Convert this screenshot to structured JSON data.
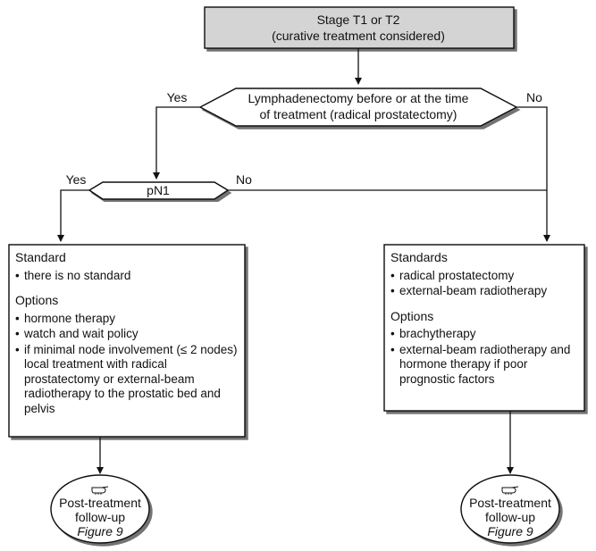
{
  "start": {
    "line1": "Stage T1 or T2",
    "line2": "(curative treatment considered)"
  },
  "decision_lymph": {
    "line1": "Lymphadenectomy before or at the time",
    "line2": "of treatment (radical prostatectomy)",
    "yes_label": "Yes",
    "no_label": "No"
  },
  "decision_pn1": {
    "label": "pN1",
    "yes_label": "Yes",
    "no_label": "No"
  },
  "left_box": {
    "standard_heading": "Standard",
    "standard_items": [
      "there is no standard"
    ],
    "options_heading": "Options",
    "options_items": [
      "hormone therapy",
      "watch and wait policy",
      "if minimal node involvement (≤ 2 nodes) local treatment with radical prostatectomy or external-beam radiotherapy to the prostatic bed and pelvis"
    ]
  },
  "right_box": {
    "standards_heading": "Standards",
    "standards_items": [
      "radical prostatectomy",
      "external-beam radiotherapy"
    ],
    "options_heading": "Options",
    "options_items": [
      "brachytherapy",
      "external-beam radiotherapy and hormone therapy if poor prognostic factors"
    ]
  },
  "followup_left": {
    "icon": "pointing-hand-icon",
    "line1": "Post-treatment",
    "line2": "follow-up",
    "ref": "Figure 9"
  },
  "followup_right": {
    "icon": "pointing-hand-icon",
    "line1": "Post-treatment",
    "line2": "follow-up",
    "ref": "Figure 9"
  },
  "colors": {
    "start_fill": "#d4d4d4",
    "line": "#111111",
    "background": "#ffffff"
  }
}
